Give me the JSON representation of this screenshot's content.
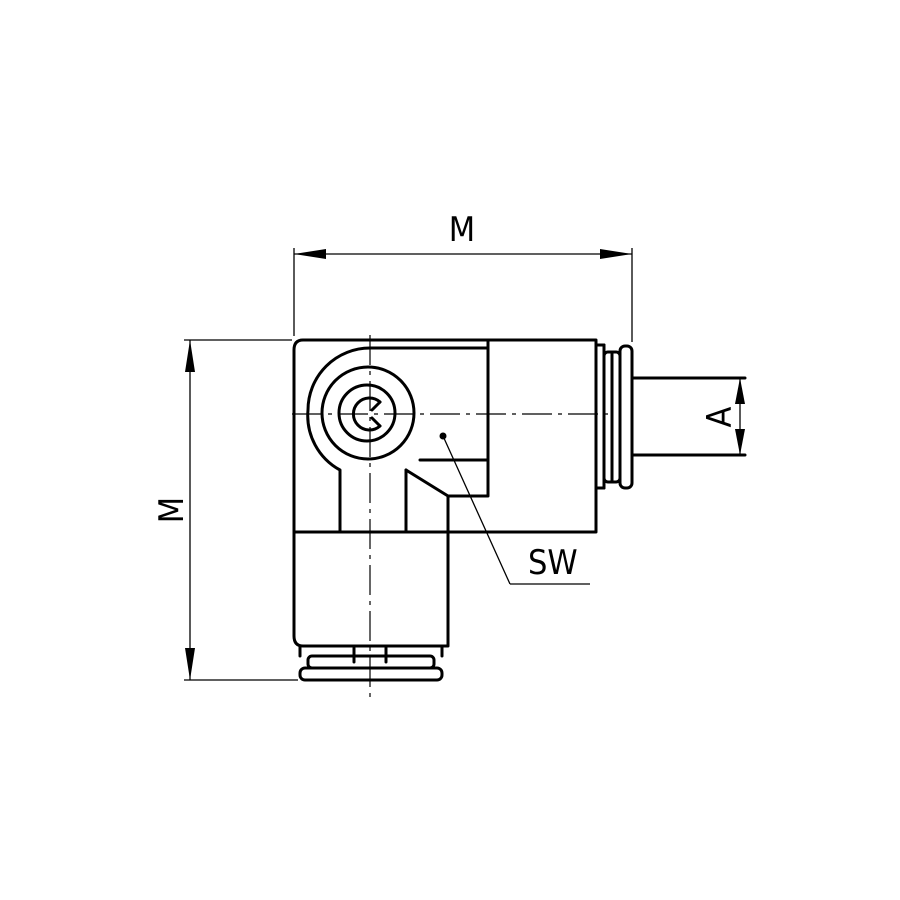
{
  "labels": {
    "width_dim": "M",
    "height_dim": "M",
    "tube_dim": "A",
    "wrench_dim": "SW"
  }
}
